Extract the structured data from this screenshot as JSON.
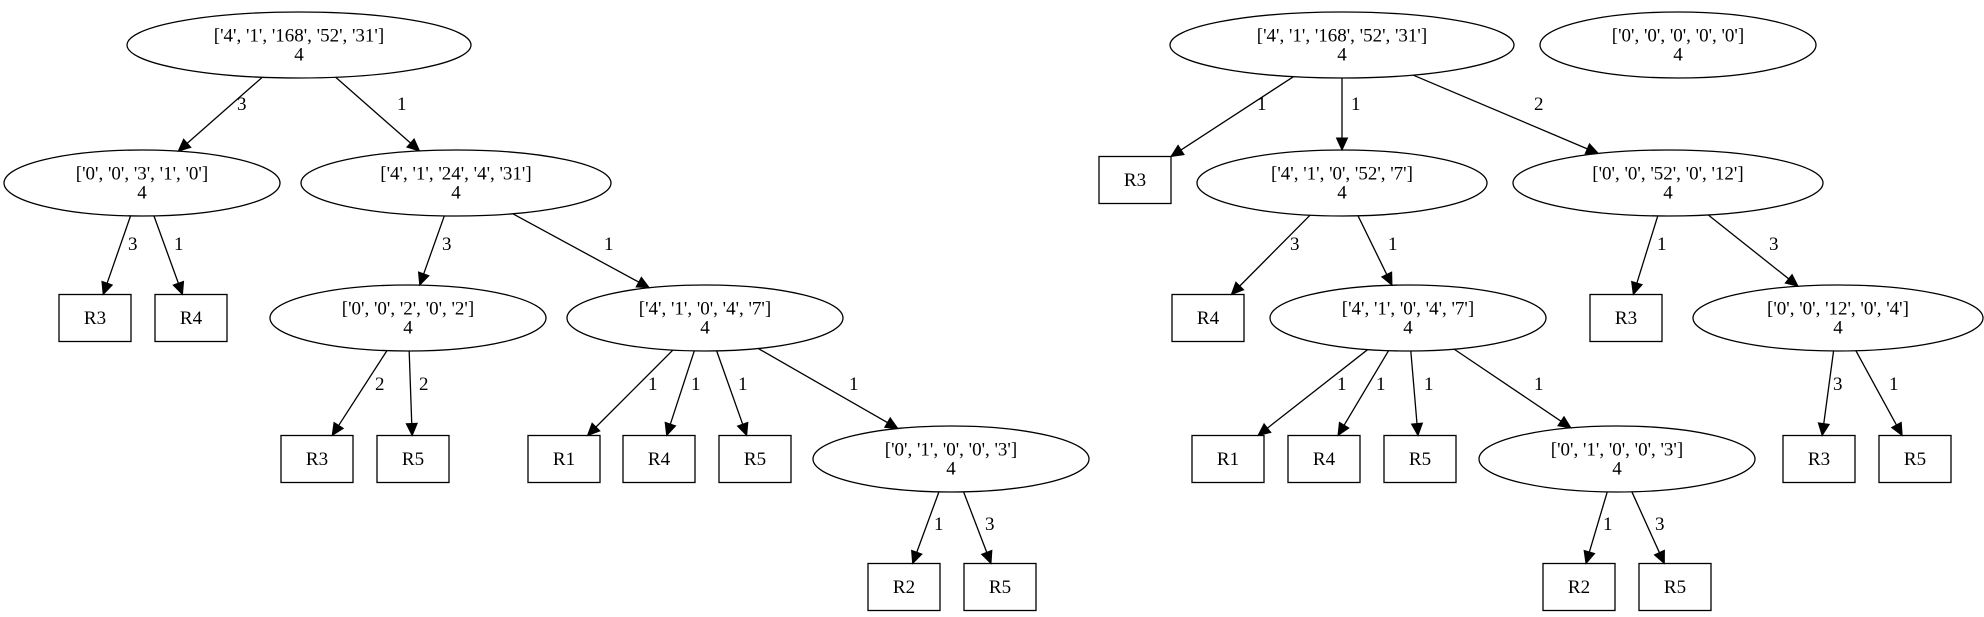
{
  "diagram": {
    "nodes": [
      {
        "id": "a0",
        "shape": "ellipse",
        "lines": [
          "['4', '1', '168', '52', '31']",
          "4"
        ]
      },
      {
        "id": "a1",
        "shape": "ellipse",
        "lines": [
          "['0', '0', '3', '1', '0']",
          "4"
        ]
      },
      {
        "id": "a2",
        "shape": "ellipse",
        "lines": [
          "['4', '1', '24', '4', '31']",
          "4"
        ]
      },
      {
        "id": "a3",
        "shape": "box",
        "lines": [
          "R3"
        ]
      },
      {
        "id": "a4",
        "shape": "box",
        "lines": [
          "R4"
        ]
      },
      {
        "id": "a5",
        "shape": "ellipse",
        "lines": [
          "['0', '0', '2', '0', '2']",
          "4"
        ]
      },
      {
        "id": "a6",
        "shape": "ellipse",
        "lines": [
          "['4', '1', '0', '4', '7']",
          "4"
        ]
      },
      {
        "id": "a7",
        "shape": "box",
        "lines": [
          "R3"
        ]
      },
      {
        "id": "a8",
        "shape": "box",
        "lines": [
          "R5"
        ]
      },
      {
        "id": "a9",
        "shape": "box",
        "lines": [
          "R1"
        ]
      },
      {
        "id": "a10",
        "shape": "box",
        "lines": [
          "R4"
        ]
      },
      {
        "id": "a11",
        "shape": "box",
        "lines": [
          "R5"
        ]
      },
      {
        "id": "a12",
        "shape": "ellipse",
        "lines": [
          "['0', '1', '0', '0', '3']",
          "4"
        ]
      },
      {
        "id": "a13",
        "shape": "box",
        "lines": [
          "R2"
        ]
      },
      {
        "id": "a14",
        "shape": "box",
        "lines": [
          "R5"
        ]
      },
      {
        "id": "b0",
        "shape": "ellipse",
        "lines": [
          "['4', '1', '168', '52', '31']",
          "4"
        ]
      },
      {
        "id": "c0",
        "shape": "ellipse",
        "lines": [
          "['0', '0', '0', '0', '0']",
          "4"
        ]
      },
      {
        "id": "b1",
        "shape": "box",
        "lines": [
          "R3"
        ]
      },
      {
        "id": "b2",
        "shape": "ellipse",
        "lines": [
          "['4', '1', '0', '52', '7']",
          "4"
        ]
      },
      {
        "id": "b3",
        "shape": "ellipse",
        "lines": [
          "['0', '0', '52', '0', '12']",
          "4"
        ]
      },
      {
        "id": "b4",
        "shape": "box",
        "lines": [
          "R4"
        ]
      },
      {
        "id": "b5",
        "shape": "ellipse",
        "lines": [
          "['4', '1', '0', '4', '7']",
          "4"
        ]
      },
      {
        "id": "b6",
        "shape": "box",
        "lines": [
          "R3"
        ]
      },
      {
        "id": "b7",
        "shape": "ellipse",
        "lines": [
          "['0', '0', '12', '0', '4']",
          "4"
        ]
      },
      {
        "id": "b8",
        "shape": "box",
        "lines": [
          "R1"
        ]
      },
      {
        "id": "b9",
        "shape": "box",
        "lines": [
          "R4"
        ]
      },
      {
        "id": "b10",
        "shape": "box",
        "lines": [
          "R5"
        ]
      },
      {
        "id": "b11",
        "shape": "ellipse",
        "lines": [
          "['0', '1', '0', '0', '3']",
          "4"
        ]
      },
      {
        "id": "b12",
        "shape": "box",
        "lines": [
          "R3"
        ]
      },
      {
        "id": "b13",
        "shape": "box",
        "lines": [
          "R5"
        ]
      },
      {
        "id": "b14",
        "shape": "box",
        "lines": [
          "R2"
        ]
      },
      {
        "id": "b15",
        "shape": "box",
        "lines": [
          "R5"
        ]
      }
    ],
    "edges": [
      {
        "from": "a0",
        "to": "a1",
        "label": "3"
      },
      {
        "from": "a0",
        "to": "a2",
        "label": "1"
      },
      {
        "from": "a1",
        "to": "a3",
        "label": "3"
      },
      {
        "from": "a1",
        "to": "a4",
        "label": "1"
      },
      {
        "from": "a2",
        "to": "a5",
        "label": "3"
      },
      {
        "from": "a2",
        "to": "a6",
        "label": "1"
      },
      {
        "from": "a5",
        "to": "a7",
        "label": "2"
      },
      {
        "from": "a5",
        "to": "a8",
        "label": "2"
      },
      {
        "from": "a6",
        "to": "a9",
        "label": "1"
      },
      {
        "from": "a6",
        "to": "a10",
        "label": "1"
      },
      {
        "from": "a6",
        "to": "a11",
        "label": "1"
      },
      {
        "from": "a6",
        "to": "a12",
        "label": "1"
      },
      {
        "from": "a12",
        "to": "a13",
        "label": "1"
      },
      {
        "from": "a12",
        "to": "a14",
        "label": "3"
      },
      {
        "from": "b0",
        "to": "b1",
        "label": "1"
      },
      {
        "from": "b0",
        "to": "b2",
        "label": "1"
      },
      {
        "from": "b0",
        "to": "b3",
        "label": "2"
      },
      {
        "from": "b2",
        "to": "b4",
        "label": "3"
      },
      {
        "from": "b2",
        "to": "b5",
        "label": "1"
      },
      {
        "from": "b3",
        "to": "b6",
        "label": "1"
      },
      {
        "from": "b3",
        "to": "b7",
        "label": "3"
      },
      {
        "from": "b5",
        "to": "b8",
        "label": "1"
      },
      {
        "from": "b5",
        "to": "b9",
        "label": "1"
      },
      {
        "from": "b5",
        "to": "b10",
        "label": "1"
      },
      {
        "from": "b5",
        "to": "b11",
        "label": "1"
      },
      {
        "from": "b7",
        "to": "b12",
        "label": "3"
      },
      {
        "from": "b7",
        "to": "b13",
        "label": "1"
      },
      {
        "from": "b11",
        "to": "b14",
        "label": "1"
      },
      {
        "from": "b11",
        "to": "b15",
        "label": "3"
      }
    ]
  }
}
